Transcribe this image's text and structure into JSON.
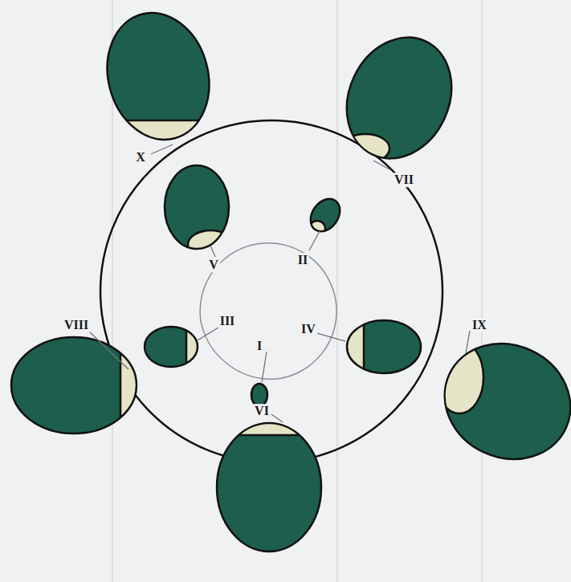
{
  "diagram": {
    "labels": [
      "X",
      "VII",
      "V",
      "II",
      "VIII",
      "III",
      "IV",
      "IX",
      "I",
      "VI"
    ]
  }
}
